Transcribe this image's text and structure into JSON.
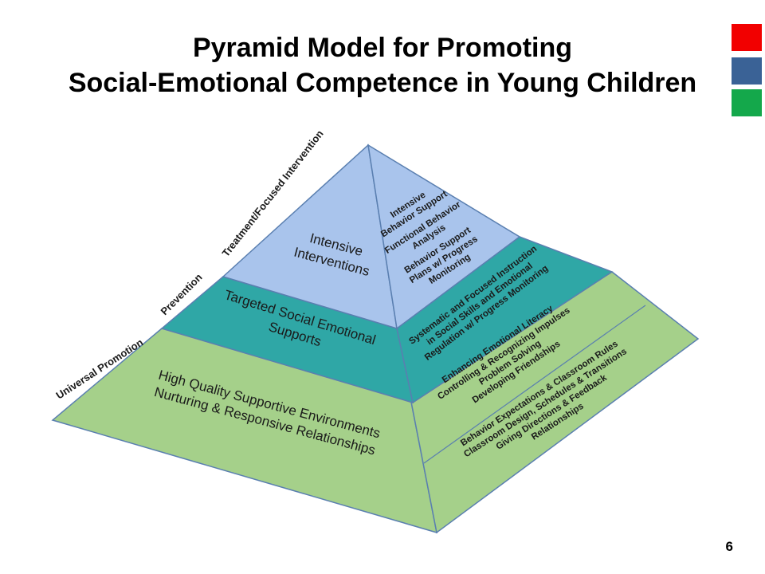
{
  "title": {
    "line1": "Pyramid Model for Promoting",
    "line2": "Social-Emotional Competence in Young Children"
  },
  "color_squares": [
    "#f20000",
    "#3a6296",
    "#14a84b"
  ],
  "page_number": "6",
  "edge_labels": {
    "top": "Treatment/Focused Intervention",
    "middle": "Prevention",
    "bottom": "Universal Promotion"
  },
  "front": {
    "top": [
      "Intensive",
      "Interventions"
    ],
    "middle": [
      "Targeted Social Emotional",
      "Supports"
    ],
    "bottom": [
      "High Quality Supportive Environments",
      "Nurturing & Responsive Relationships"
    ]
  },
  "side": {
    "top": [
      "Intensive",
      "Behavior Support",
      "Functional Behavior",
      "Analysis",
      "Behavior Support",
      "Plans w/ Progress",
      "Monitoring"
    ],
    "middle": [
      "Systematic and Focused Instruction",
      "in Social Skills and Emotional",
      "Regulation w/ Progress Monitoring"
    ],
    "bottom_upper": [
      "Enhancing Emotional Literacy",
      "Controlling & Recognizing Impulses",
      "Problem Solving",
      "Developing Friendships"
    ],
    "bottom_lower": [
      "Behavior Expectations & Classroom Rules",
      "Classroom Design, Schedules & Transitions",
      "Giving Directions & Feedback",
      "Relationships"
    ]
  },
  "colors": {
    "top_face": "#a9c4ec",
    "middle_face": "#2fa7a6",
    "bottom_face": "#a5d08a",
    "outline": "#5a7fb0"
  }
}
